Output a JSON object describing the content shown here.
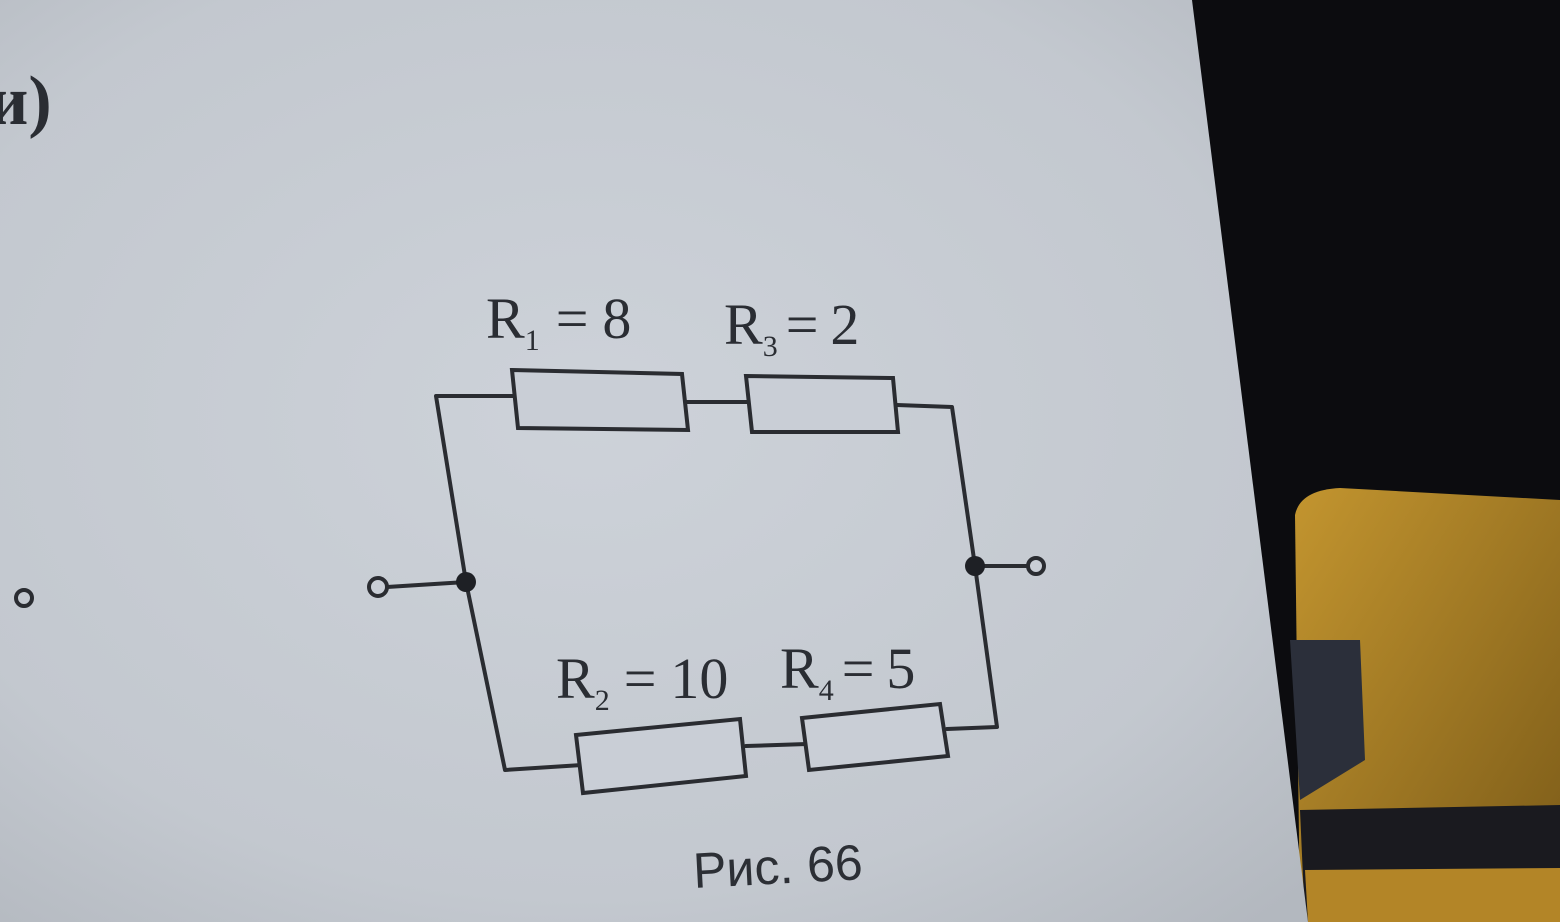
{
  "page_fragment": "и)",
  "circuit": {
    "resistors": [
      {
        "name": "R",
        "sub": "1",
        "eq": "=",
        "value": "8"
      },
      {
        "name": "R",
        "sub": "3",
        "eq": "=",
        "value": "2"
      },
      {
        "name": "R",
        "sub": "2",
        "eq": "=",
        "value": "10"
      },
      {
        "name": "R",
        "sub": "4",
        "eq": "=",
        "value": "5"
      }
    ]
  },
  "caption": "Рис. 66",
  "colors": {
    "paper": "#c9ced6",
    "ink": "#2a2c31",
    "background": "#0c0c0f",
    "desk": "#b88a28"
  }
}
